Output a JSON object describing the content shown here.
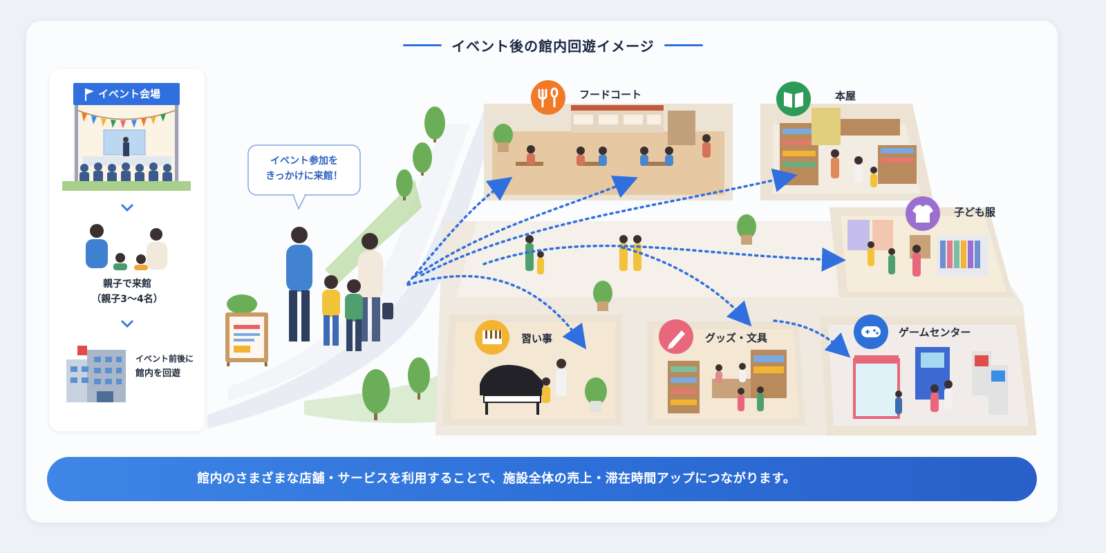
{
  "header": {
    "title": "イベント後の館内回遊イメージ"
  },
  "left_panel": {
    "venue_label": "イベント会場",
    "step2_line1": "親子で来館",
    "step2_line2": "（親子3〜4名）",
    "step3_line1": "イベント前後に",
    "step3_line2": "館内を回遊"
  },
  "bubble": {
    "line1": "イベント参加を",
    "line2": "きっかけに来館！"
  },
  "stores": {
    "food_court": "フードコート",
    "bookstore": "本屋",
    "kids_clothes": "子ども服",
    "lessons": "習い事",
    "goods": "グッズ・文具",
    "game_center": "ゲームセンター"
  },
  "banner": {
    "text": "館内のさまざまな店舗・サービスを利用することで、施設全体の売上・滞在時間アップにつながります。"
  },
  "colors": {
    "accent_blue": "#2f6fde",
    "food_orange": "#f07a28",
    "book_green": "#2e9a58",
    "clothes_purple": "#9b6fd0",
    "lessons_yellow": "#f2b432",
    "goods_pink": "#e8677b",
    "game_blue": "#2f6fd8"
  },
  "icons": {
    "venue": "flag-icon",
    "food_court": "fork-spoon-icon",
    "bookstore": "book-icon",
    "kids_clothes": "tshirt-icon",
    "lessons": "piano-keys-icon",
    "goods": "pencil-icon",
    "game_center": "gamepad-icon",
    "banner": "chart-growth-icon"
  }
}
